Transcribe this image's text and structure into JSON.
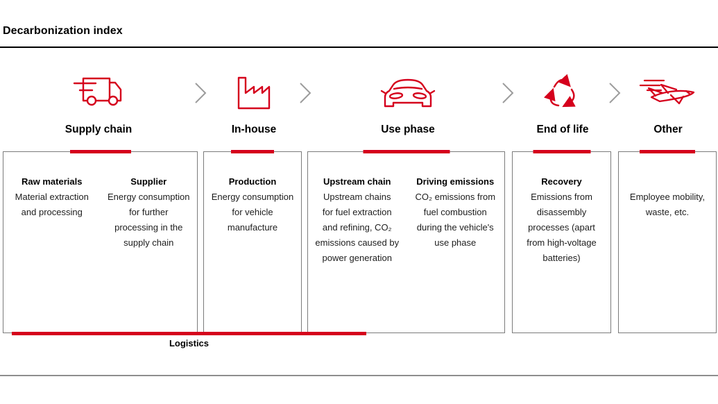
{
  "title": "Decarbonization index",
  "colors": {
    "accent_red": "#d5001c",
    "text": "#1a1a1a",
    "box_border": "#7b7b7b",
    "chevron_gray": "#9c9c9c",
    "rule_top": "#000000",
    "rule_bottom": "#8e8e8e"
  },
  "stages": [
    {
      "label": "Supply chain",
      "icon": "truck-icon"
    },
    {
      "label": "In-house",
      "icon": "factory-icon"
    },
    {
      "label": "Use phase",
      "icon": "car-icon"
    },
    {
      "label": "End of life",
      "icon": "recycle-icon"
    },
    {
      "label": "Other",
      "icon": "plane-icon"
    }
  ],
  "boxes": [
    {
      "stage": "Supply chain",
      "columns": [
        {
          "heading": "Raw materials",
          "body": "Material extraction\nand processing"
        },
        {
          "heading": "Supplier",
          "body": "Energy consumption\nfor further\nprocessing in the\nsupply chain"
        }
      ]
    },
    {
      "stage": "In-house",
      "columns": [
        {
          "heading": "Production",
          "body": "Energy consumption\nfor vehicle\nmanufacture"
        }
      ]
    },
    {
      "stage": "Use phase",
      "columns": [
        {
          "heading": "Upstream chain",
          "body": "Upstream chains\nfor fuel extraction\nand refining, CO₂\nemissions caused by\npower generation"
        },
        {
          "heading": "Driving emissions",
          "body": "CO₂ emissions from\nfuel combustion\nduring the vehicle's\nuse phase"
        }
      ]
    },
    {
      "stage": "End of life",
      "columns": [
        {
          "heading": "Recovery",
          "body": "Emissions from\ndisassembly\nprocesses (apart\nfrom high-voltage\nbatteries)"
        }
      ]
    },
    {
      "stage": "Other",
      "columns": [
        {
          "heading": "",
          "body": "Employee mobility,\nwaste, etc."
        }
      ]
    }
  ],
  "logistics": {
    "label": "Logistics"
  }
}
